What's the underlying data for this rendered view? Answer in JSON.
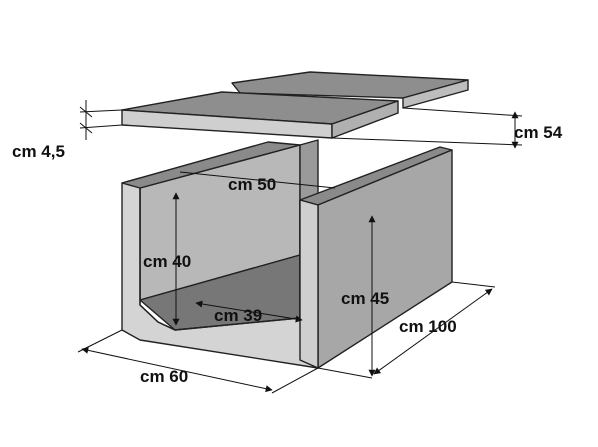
{
  "labels": {
    "thickness": "cm 4,5",
    "cover_width": "cm 54",
    "inner_top": "cm 50",
    "inner_height": "cm 40",
    "inner_bottom": "cm 39",
    "outer_height": "cm 45",
    "length": "cm 100",
    "outer_width": "cm 60"
  },
  "colors": {
    "slab_top": "#8e8e8e",
    "slab_side": "#c9c9c9",
    "wall_front": "#d2d2d2",
    "wall_inner": "#9e9e9e",
    "inner_back": "#b8b8b8",
    "floor": "#7a7a7a",
    "right_wall_outer": "#a7a7a7"
  }
}
